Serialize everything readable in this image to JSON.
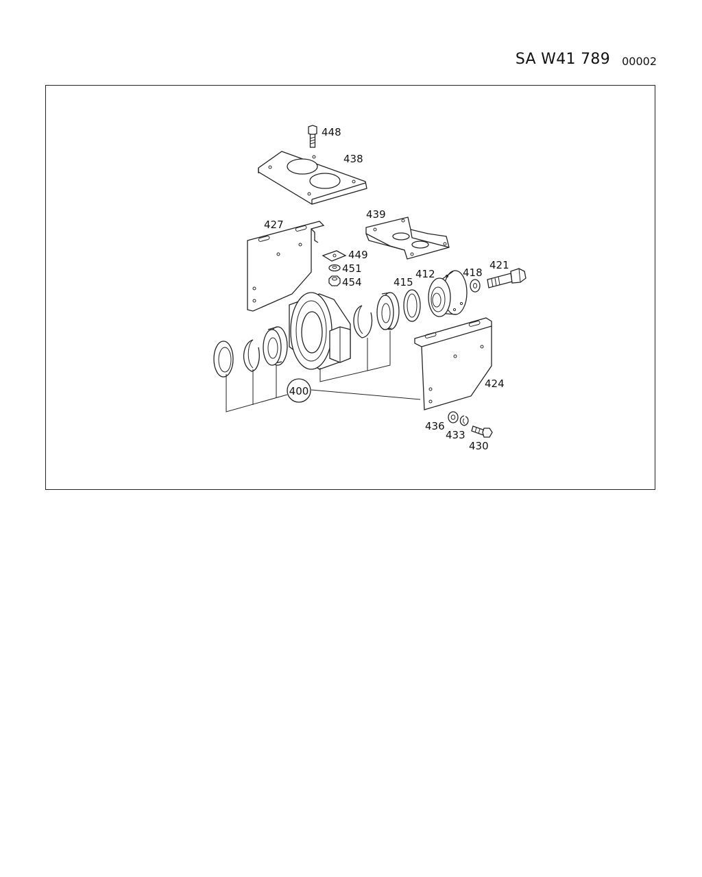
{
  "header": {
    "code": "SA W41 789",
    "sheet": "00002"
  },
  "diagram": {
    "callouts": {
      "p448": "448",
      "p438": "438",
      "p427": "427",
      "p439": "439",
      "p449": "449",
      "p451": "451",
      "p454": "454",
      "p415": "415",
      "p412": "412",
      "p418": "418",
      "p421": "421",
      "p424": "424",
      "p400": "400",
      "p436": "436",
      "p433": "433",
      "p430": "430"
    }
  }
}
